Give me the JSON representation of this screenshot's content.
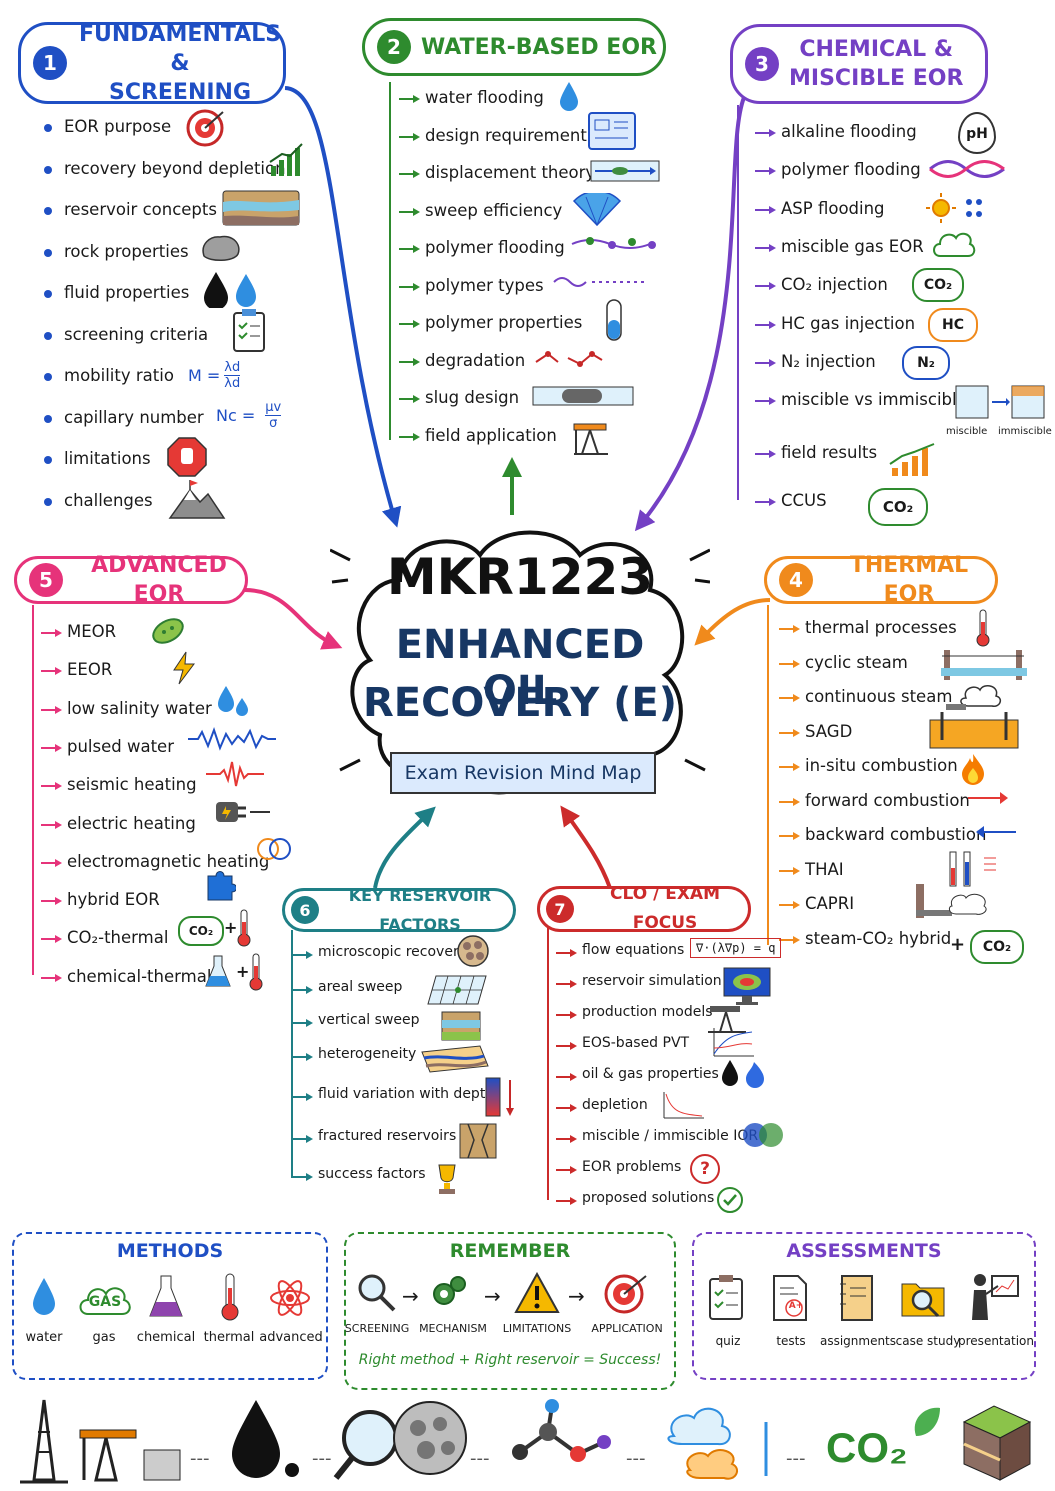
{
  "title": {
    "line1": "MKR1223",
    "line2": "ENHANCED OIL",
    "line3": "RECOVERY (E)",
    "subtitle": "Exam Revision Mind Map"
  },
  "colors": {
    "s1": "#1f4fc4",
    "s2": "#2e8b2e",
    "s3": "#7440c4",
    "s4": "#f08a1c",
    "s5": "#e6337a",
    "s6": "#1e7f86",
    "s7": "#cc2b2b"
  },
  "s1": {
    "num": "1",
    "title1": "FUNDAMENTALS &",
    "title2": "SCREENING",
    "items": [
      "EOR purpose",
      "recovery beyond depletion",
      "reservoir concepts",
      "rock properties",
      "fluid properties",
      "screening criteria",
      "mobility ratio",
      "capillary number",
      "limitations",
      "challenges"
    ],
    "eq_mobility_left": "M =",
    "eq_mobility_num": "λd",
    "eq_mobility_den": "λd",
    "eq_cap_left": "Nc =",
    "eq_cap_num": "μv",
    "eq_cap_den": "σ"
  },
  "s2": {
    "num": "2",
    "title": "WATER-BASED EOR",
    "items": [
      "water flooding",
      "design requirement",
      "displacement theory",
      "sweep efficiency",
      "polymer flooding",
      "polymer types",
      "polymer properties",
      "degradation",
      "slug design",
      "field application"
    ]
  },
  "s3": {
    "num": "3",
    "title1": "CHEMICAL &",
    "title2": "MISCIBLE EOR",
    "items": [
      "alkaline flooding",
      "polymer flooding",
      "ASP flooding",
      "miscible gas EOR",
      "CO₂ injection",
      "HC gas injection",
      "N₂ injection",
      "miscible vs immiscible",
      "field results",
      "CCUS"
    ],
    "badges": {
      "ph": "pH",
      "co2": "CO₂",
      "hc": "HC",
      "n2": "N₂",
      "ccus": "CO₂"
    },
    "mini_labels": [
      "miscible",
      "immiscible"
    ]
  },
  "s4": {
    "num": "4",
    "title": "THERMAL EOR",
    "items": [
      "thermal processes",
      "cyclic steam",
      "continuous steam",
      "SAGD",
      "in-situ combustion",
      "forward combustion",
      "backward combustion",
      "THAI",
      "CAPRI",
      "steam-CO₂ hybrid"
    ],
    "badge": "CO₂",
    "plus": "+"
  },
  "s5": {
    "num": "5",
    "title": "ADVANCED EOR",
    "items": [
      "MEOR",
      "EEOR",
      "low salinity water",
      "pulsed water",
      "seismic heating",
      "electric heating",
      "electromagnetic heating",
      "hybrid EOR",
      "CO₂-thermal",
      "chemical-thermal"
    ],
    "badge": "CO₂",
    "plus": "+"
  },
  "s6": {
    "num": "6",
    "title": "KEY RESERVOIR FACTORS",
    "items": [
      "microscopic recovery",
      "areal sweep",
      "vertical sweep",
      "heterogeneity",
      "fluid variation with depth",
      "fractured reservoirs",
      "success factors"
    ]
  },
  "s7": {
    "num": "7",
    "title": "CLO / EXAM FOCUS",
    "items": [
      "flow equations",
      "reservoir simulation",
      "production models",
      "EOS-based PVT",
      "oil & gas properties",
      "depletion",
      "miscible / immiscible IOR",
      "EOR problems",
      "proposed solutions"
    ],
    "equation": "∇·(λ∇p) = q",
    "question": "?"
  },
  "methods": {
    "title": "METHODS",
    "labels": [
      "water",
      "gas",
      "chemical",
      "thermal",
      "advanced"
    ],
    "gas_text": "GAS"
  },
  "remember": {
    "title": "REMEMBER",
    "steps": [
      "SCREENING",
      "MECHANISM",
      "LIMITATIONS",
      "APPLICATION"
    ],
    "motto": "Right method + Right reservoir = Success!",
    "arrow": "→"
  },
  "assessments": {
    "title": "ASSESSMENTS",
    "labels": [
      "quiz",
      "tests",
      "assignments",
      "case study",
      "presentation"
    ],
    "tests_mark": "A+"
  },
  "footer": {
    "co2": "CO₂",
    "sep": "---"
  },
  "icons": [
    "target-icon",
    "growth-chart-icon",
    "rock-layers-icon",
    "rock-icon",
    "oil-water-drops-icon",
    "checklist-icon",
    "stop-hand-icon",
    "mountain-flag-icon",
    "water-drop-icon",
    "blueprint-icon",
    "fan-icon",
    "test-tube-icon",
    "pump-jack-icon",
    "dna-icon",
    "sun-icon",
    "cloud-icon",
    "thermometer-icon",
    "fire-icon",
    "bacteria-icon",
    "lightning-icon",
    "waveform-icon",
    "plug-icon",
    "puzzle-icon",
    "flask-icon",
    "trophy-icon",
    "monitor-icon",
    "check-icon",
    "magnifier-icon",
    "gear-icon",
    "warning-icon",
    "atom-icon",
    "oil-rig-icon",
    "molecule-icon"
  ]
}
